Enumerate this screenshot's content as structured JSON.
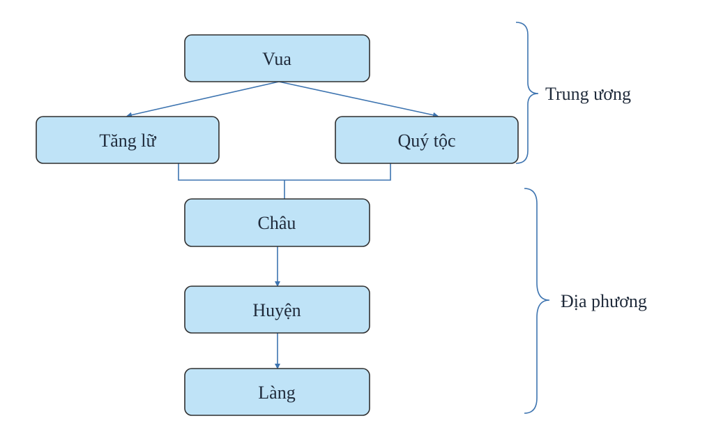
{
  "nodes": {
    "vua": "Vua",
    "tang_lu": "Tăng lữ",
    "quy_toc": "Quý tộc",
    "chau": "Châu",
    "huyen": "Huyện",
    "lang": "Làng"
  },
  "groups": {
    "central": "Trung ương",
    "local": "Địa phương"
  },
  "colors": {
    "box_fill": "#bfe3f7",
    "box_stroke": "#2f2f2f",
    "arrow": "#3d74b0",
    "connector": "#3d74b0"
  }
}
